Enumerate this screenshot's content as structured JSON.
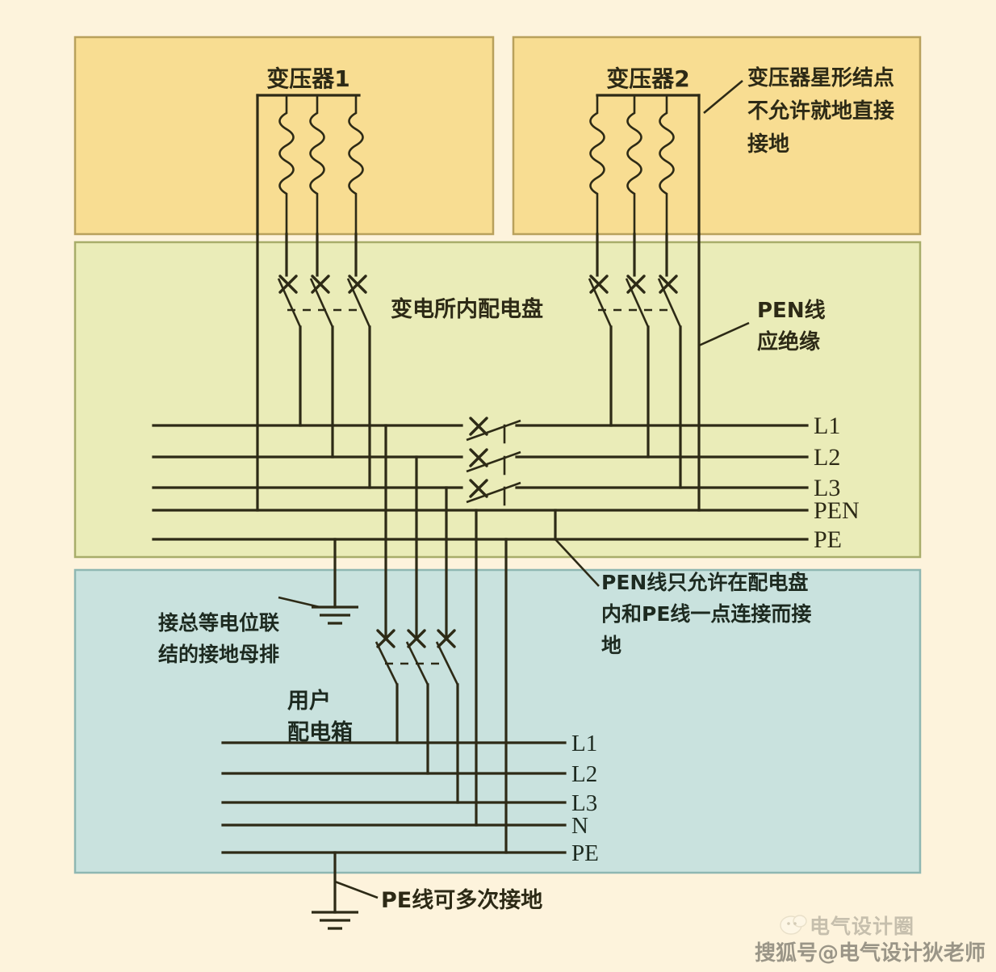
{
  "diagram": {
    "title_hidden": "TN-C-S 系统接地形式配电系统图",
    "background_color": "#fdf3dc",
    "line_color": "#2d2a16",
    "panels": [
      {
        "id": "transformer1",
        "label": "变压器1",
        "fill": "#f8dd92",
        "stroke": "#b9a15c"
      },
      {
        "id": "transformer2",
        "label": "变压器2",
        "fill": "#f8dd92",
        "stroke": "#b9a15c"
      },
      {
        "id": "substation",
        "label": "变电所内配电盘",
        "fill": "#eaecb8",
        "stroke": "#a8ad6a"
      },
      {
        "id": "consumer",
        "label": "用户配电箱",
        "fill": "#c9e2de",
        "stroke": "#8fb7b2"
      }
    ],
    "annotations": [
      {
        "id": "star-point-note",
        "text_lines": [
          "变压器星形结点",
          "不允许就地直接",
          "接地"
        ]
      },
      {
        "id": "pen-insulation-note",
        "text_lines": [
          "PEN线",
          "应绝缘"
        ]
      },
      {
        "id": "pen-pe-connection-note",
        "text_lines": [
          "PEN线只允许在配电盘",
          "内和PE线一点连接而接",
          "地"
        ]
      },
      {
        "id": "main-equipotential-busbar-note",
        "text_lines": [
          "接总等电位联",
          "结的接地母排"
        ]
      },
      {
        "id": "pe-multiple-ground-note",
        "text_lines": [
          "PE线可多次接地"
        ]
      }
    ],
    "bus_labels_substation": [
      "L1",
      "L2",
      "L3",
      "PEN",
      "PE"
    ],
    "bus_labels_consumer": [
      "L1",
      "L2",
      "L3",
      "N",
      "PE"
    ],
    "panel_titles": {
      "substation_panel": "变电所内配电盘",
      "consumer_box_line1": "用户",
      "consumer_box_line2": "配电箱"
    }
  },
  "watermark": {
    "logo_text": "电气设计圈",
    "account_text": "搜狐号@电气设计狄老师"
  }
}
